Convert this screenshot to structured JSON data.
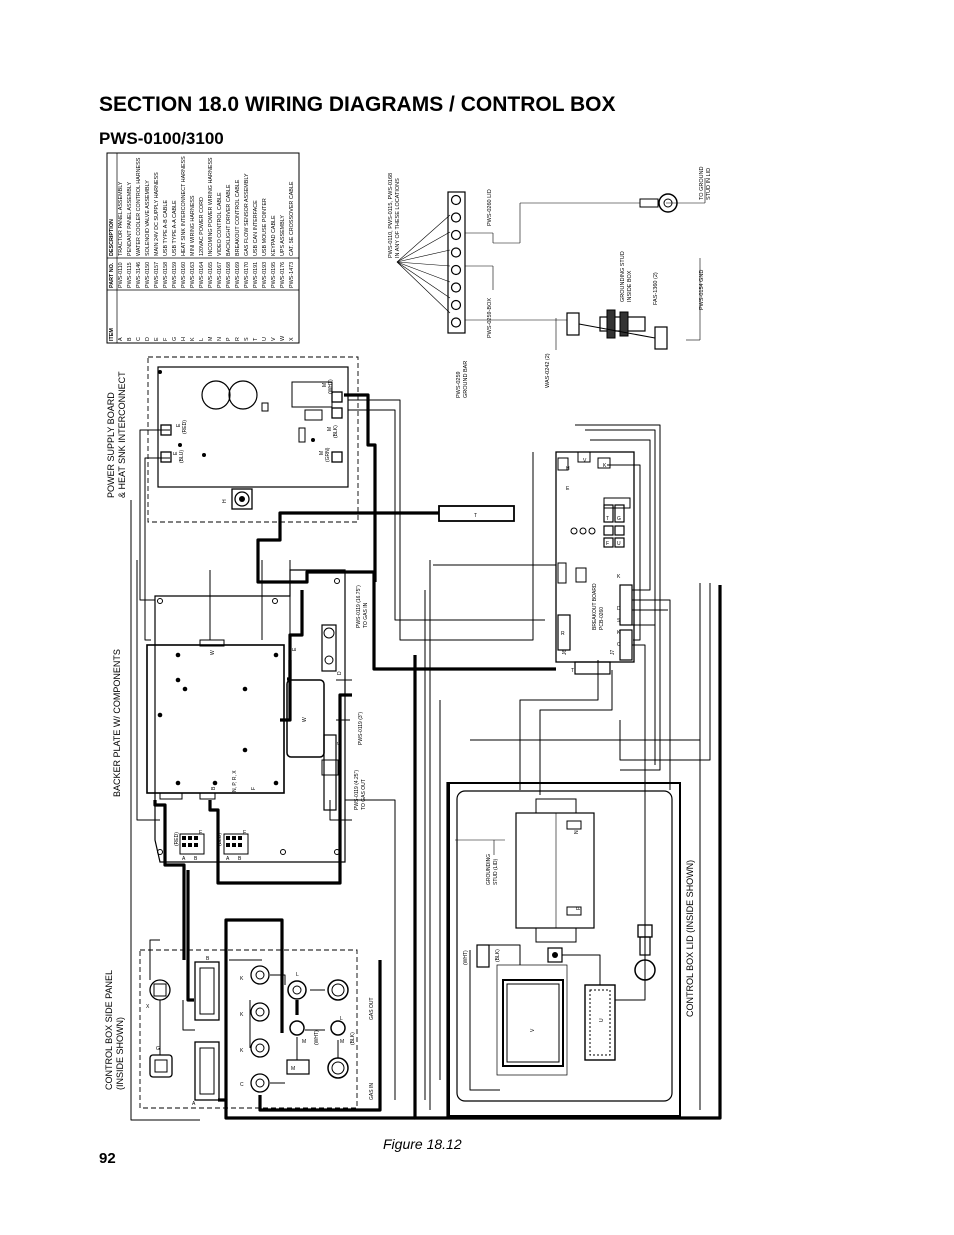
{
  "header": {
    "title": "SECTION 18.0 WIRING DIAGRAMS / CONTROL BOX",
    "subtitle": "PWS-0100/3100"
  },
  "footer": {
    "figure_caption": "Figure 18.12",
    "page_number": "92"
  },
  "parts_table": {
    "headers": [
      "ITEM",
      "PART NO.",
      "DESCRIPTION"
    ],
    "rows": [
      [
        "A",
        "PWS-0110",
        "TRACTOR PANEL ASSEMBLY"
      ],
      [
        "B",
        "PWS-0115",
        "PENDANT PANEL ASSEMBLY"
      ],
      [
        "C",
        "PWS-3146",
        "WATER COOLER CONTROL HARNESS"
      ],
      [
        "D",
        "PWS-0150",
        "SOLENOID VALVE ASSEMBLY"
      ],
      [
        "E",
        "PWS-0157",
        "MAIN 24V DC SUPPLY HARNESS"
      ],
      [
        "F",
        "PWS-0158",
        "USB TYPE A-B CABLE"
      ],
      [
        "G",
        "PWS-0159",
        "USB TYPE A-A CABLE"
      ],
      [
        "H",
        "PWS-0160",
        "HEAT SINK INTERCONNECT HARNESS"
      ],
      [
        "K",
        "PWS-0163",
        "MINI WIRING HARNESS"
      ],
      [
        "L",
        "PWS-0164",
        "120VAC POWER CORD"
      ],
      [
        "M",
        "PWS-0165",
        "INCOMING POWER WIRING HARNESS"
      ],
      [
        "N",
        "PWS-0167",
        "VIDEO CONTROL CABLE"
      ],
      [
        "P",
        "PWS-0168",
        "BACKLIGHT DRIVER CABLE"
      ],
      [
        "R",
        "PWS-0169",
        "BREAKOUT CONTROL CABLE"
      ],
      [
        "S",
        "PWS-0170",
        "GAS FLOW SENSOR ASSEMBLY"
      ],
      [
        "T",
        "PWS-0191",
        "USB CAN INTERFACE"
      ],
      [
        "U",
        "PWS-0193",
        "USB MOUSE POINTER"
      ],
      [
        "V",
        "PWS-0195",
        "KEYPAD CABLE"
      ],
      [
        "W",
        "PWS-0176",
        "UPS ASSEMBLY"
      ],
      [
        "X",
        "PWS-1473",
        "CAT. 5E CROSSOVER CABLE"
      ]
    ]
  },
  "section_labels": {
    "power_supply_1": "POWER SUPPLY BOARD",
    "power_supply_2": "& HEAT SNK INTERCONNECT",
    "backer_plate": "BACKER PLATE W/ COMPONENTS",
    "side_panel_1": "CONTROL BOX SIDE PANEL",
    "side_panel_2": "(INSIDE SHOWN)",
    "lid": "CONTROL BOX LID (INSIDE SHOWN)"
  },
  "callouts": {
    "ground_bar_locations_1": "PWS-0110, PWS-0115, PWS-0168",
    "ground_bar_locations_2": "IN ANY OF THESE LOCATIONS",
    "ground_bar_1": "PWS-0259",
    "ground_bar_2": "GROUND BAR",
    "lid_ground": "PWS-0260 LID",
    "box_ground": "PWS-0259-BOX",
    "was_0242": "WAS-0242 (2)",
    "grounding_stud_1": "GROUNDING STUD",
    "grounding_stud_2": "INSIDE BOX",
    "fas_1360": "FAS-1360 (2)",
    "to_ground_1": "TO GROUND",
    "to_ground_2": "STUD IN LID",
    "pws_0154": "PWS-0154 GND",
    "breakout_1": "BREAKOUT BOARD",
    "breakout_2": "PCB-0260",
    "tube_gas_in_1": "PWS-0119 (16.75\")",
    "tube_gas_in_2": "TO GAS IN",
    "tube_3": "PWS-0119 (3\")",
    "tube_gas_out_1": "PWS-0119 (4.25\")",
    "tube_gas_out_2": "TO GAS OUT",
    "lid_stud_1": "GROUNDING",
    "lid_stud_2": "STUD (LID)",
    "gas_out": "GAS OUT",
    "gas_in": "GAS IN"
  },
  "wire_colors": {
    "red": "(RED)",
    "blu": "(BLU)",
    "wht": "(WHT)",
    "blk": "(BLK)",
    "grn": "(GRN)"
  },
  "connector_letters": {
    "A": "A",
    "B": "B",
    "C": "C",
    "D": "D",
    "E": "E",
    "F": "F",
    "G": "G",
    "H": "H",
    "K": "K",
    "L": "L",
    "M": "M",
    "N": "N",
    "P": "P",
    "R": "R",
    "S": "S",
    "T": "T",
    "U": "U",
    "V": "V",
    "W": "W",
    "X": "X",
    "NPRX": "N, P, R, X",
    "J6": "J6",
    "J7": "J7"
  }
}
